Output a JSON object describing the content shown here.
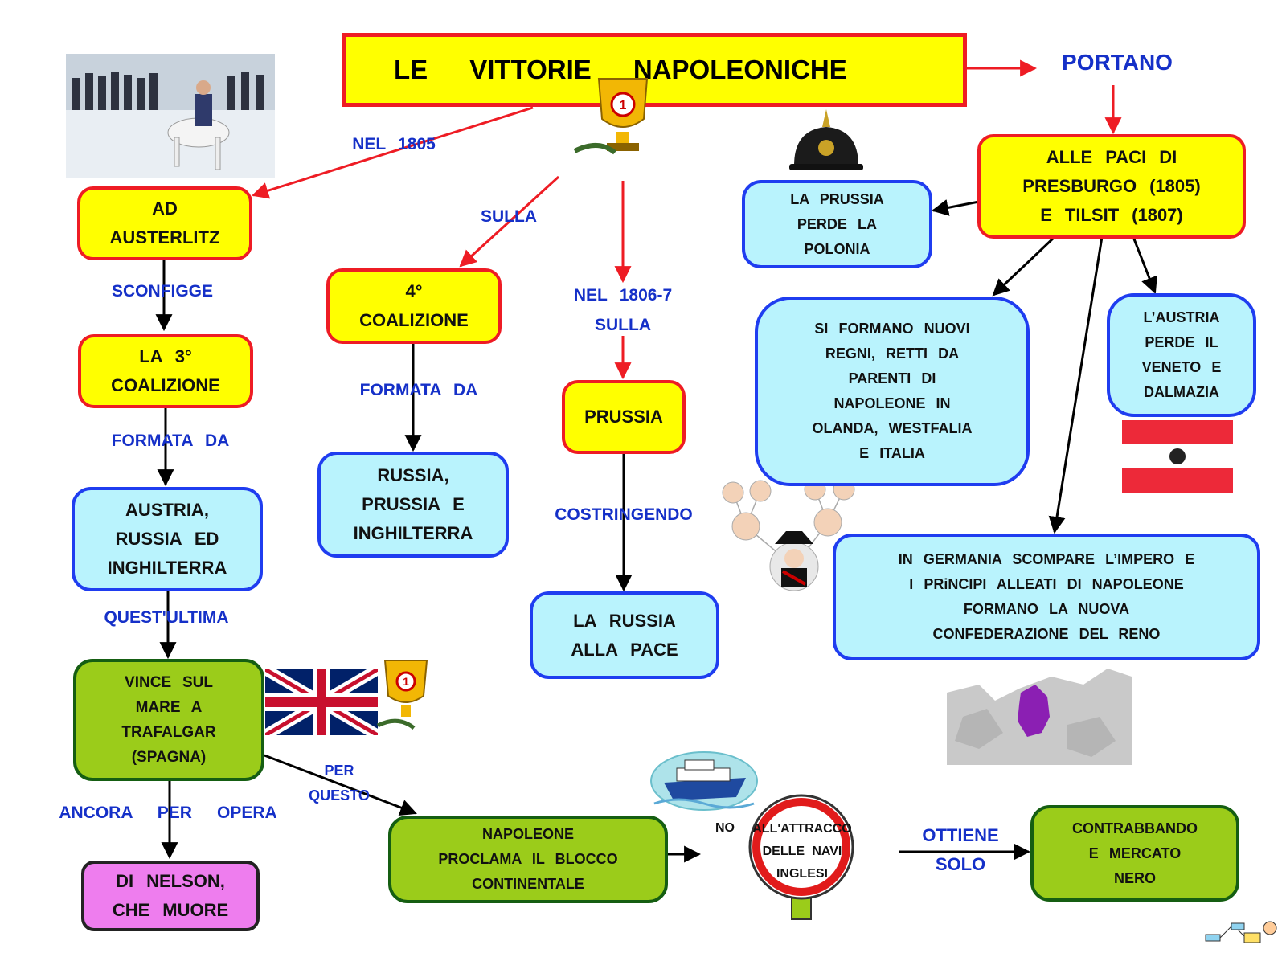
{
  "title": "LE VITTORIE NAPOLEONICHE",
  "colors": {
    "yellow_fill": "#ffff00",
    "red_border": "#ee1c24",
    "cyan_fill": "#b9f3fd",
    "blue_border": "#1f3df0",
    "green_fill": "#9bcc1a",
    "green_border": "#155e12",
    "pink_fill": "#ee7dee",
    "label_blue": "#1530c8"
  },
  "nodes": {
    "austerlitz": "AD\nAUSTERLITZ",
    "terza_coalizione": "LA 3°\nCOALIZIONE",
    "austria_russia": "AUSTRIA,\nRUSSIA ED\nINGHILTERRA",
    "trafalgar": "VINCE SUL\nMARE A\nTRAFALGAR\n(SPAGNA)",
    "nelson": "DI NELSON,\nCHE MUORE",
    "quarta_coalizione": "4°\nCOALIZIONE",
    "russia_prussia": "RUSSIA,\nPRUSSIA E\nINGHILTERRA",
    "prussia": "PRUSSIA",
    "russia_pace": "LA RUSSIA\nALLA PACE",
    "paci": "ALLE PACI DI\nPRESBURGO (1805)\nE TILSIT (1807)",
    "polonia": "LA PRUSSIA\nPERDE LA\nPOLONIA",
    "nuovi_regni": "SI FORMANO NUOVI\nREGNI, RETTI DA\nPARENTI DI\nNAPOLEONE IN\nOLANDA, WESTFALIA\nE ITALIA",
    "austria_veneto": "L’AUSTRIA\nPERDE IL\nVENETO E\nDALMAZIA",
    "germania": "IN GERMANIA SCOMPARE L’IMPERO E\nI PRiNCIPI ALLEATI DI NAPOLEONE\nFORMANO LA NUOVA\nCONFEDERAZIONE DEL RENO",
    "blocco": "NAPOLEONE\nPROCLAMA IL BLOCCO\nCONTINENTALE",
    "contrabbando": "CONTRABBANDO\nE MERCATO\nNERO"
  },
  "labels": {
    "portano": "PORTANO",
    "nel_1805": "NEL 1805",
    "sulla_1": "SULLA",
    "nel_1806": "NEL 1806-7\nSULLA",
    "sconfigge": "SCONFIGGE",
    "formata_da_1": "FORMATA DA",
    "formata_da_2": "FORMATA DA",
    "quest_ultima": "QUEST'ULTIMA",
    "costringendo": "COSTRINGENDO",
    "ancora_per_opera": "ANCORA PER OPERA",
    "per_questo": "PER\nQUESTO",
    "ottiene_solo": "OTTIENE\nSOLO",
    "no": "NO",
    "attracco": "ALL'ATTRACCO\nDELLE NAVI\nINGLESI"
  },
  "icons": [
    "battle-photo",
    "trophy-icon",
    "prussian-helmet-icon",
    "austria-flag-icon",
    "uk-flag-icon",
    "family-tree-icon",
    "europe-map-icon",
    "ship-icon",
    "no-entry-sign-icon",
    "logo-icon"
  ]
}
